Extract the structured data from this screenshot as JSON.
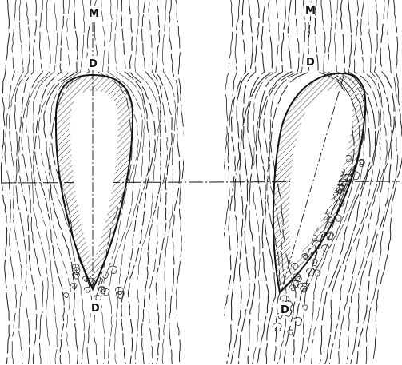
{
  "figure": {
    "left_panel": {
      "label_top": "M",
      "label_front": "D",
      "label_rear": "D"
    },
    "right_panel": {
      "label_top": "M",
      "label_front": "D",
      "label_rear": "D"
    }
  },
  "colors": {
    "ink": "#111111",
    "background": "#ffffff"
  }
}
